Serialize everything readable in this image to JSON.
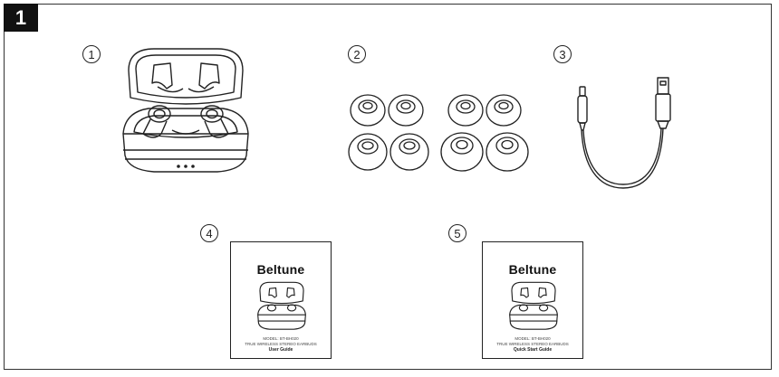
{
  "step": {
    "number": "1"
  },
  "items": [
    {
      "index": "1",
      "icon": "earbuds-case-icon"
    },
    {
      "index": "2",
      "icon": "ear-tips-icon"
    },
    {
      "index": "3",
      "icon": "usb-cable-icon"
    },
    {
      "index": "4",
      "icon": "user-guide-booklet-icon"
    },
    {
      "index": "5",
      "icon": "quick-start-guide-booklet-icon"
    }
  ],
  "guides": [
    {
      "brand": "Beltune",
      "model": "MODEL: BT-BH020",
      "subtitle": "TRUE WIRELESS STEREO EARBUDS",
      "title": "User Guide"
    },
    {
      "brand": "Beltune",
      "model": "MODEL: BT-BH020",
      "subtitle": "TRUE WIRELESS STEREO EARBUDS",
      "title": "Quick Start Guide"
    }
  ],
  "colors": {
    "line": "#222222",
    "badge": "#111111"
  }
}
